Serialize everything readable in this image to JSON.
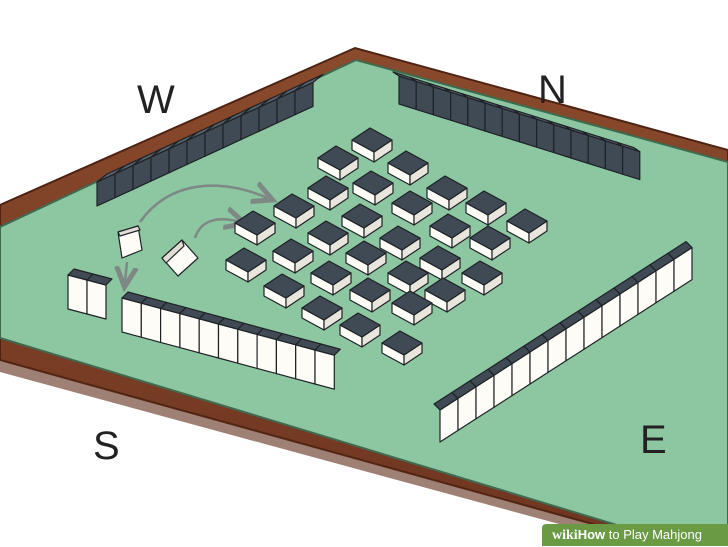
{
  "compass": {
    "west": "W",
    "north": "N",
    "south": "S",
    "east": "E"
  },
  "watermark": {
    "brand": "wiki",
    "how": "How",
    "rest": " to Play Mahjong"
  },
  "colors": {
    "table_felt": "#8dc7a2",
    "table_edge": "#7a3d24",
    "tile_face": "#fdfcf6",
    "tile_back": "#3f4a54",
    "arrow": "#808a86"
  },
  "icons": {
    "arrow": "curved-arrow-icon"
  }
}
